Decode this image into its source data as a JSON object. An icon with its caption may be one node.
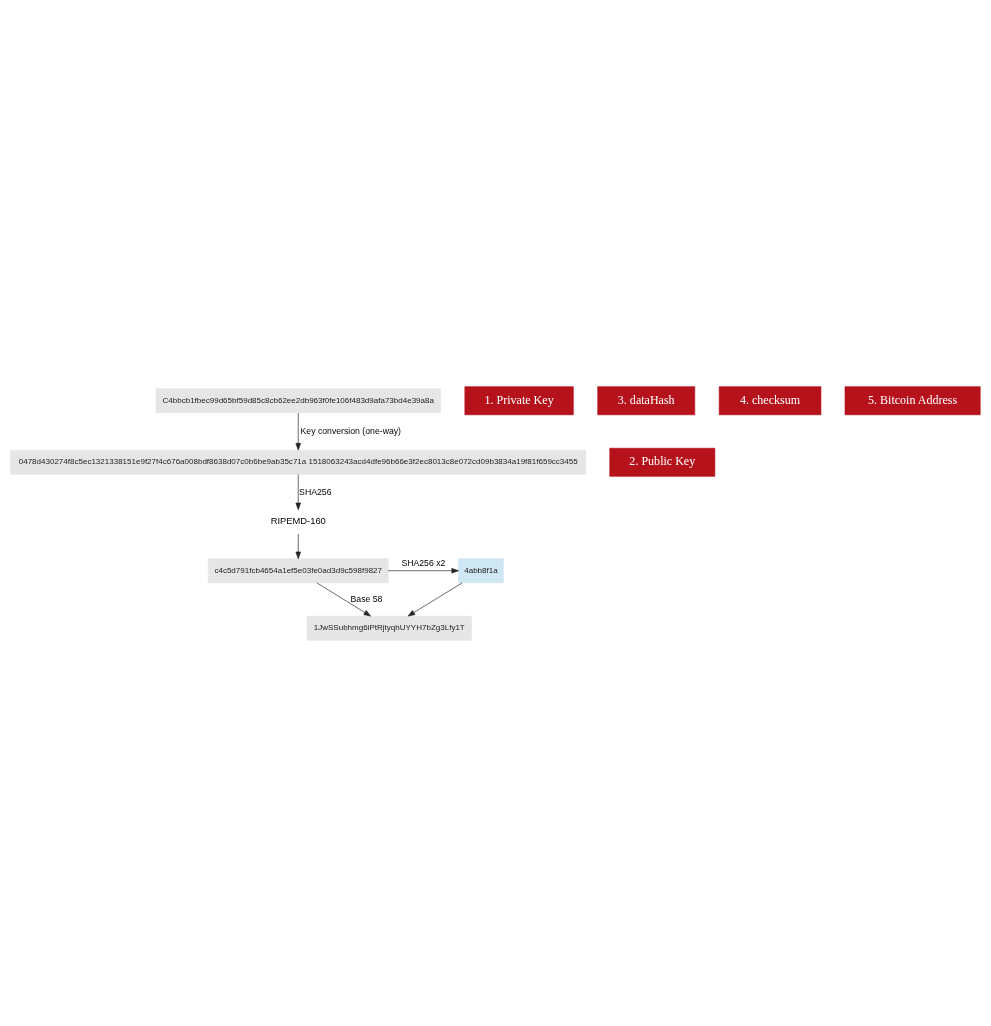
{
  "diagram": {
    "nodes": [
      {
        "text": [
          "C4bbcb1fbec99d65bf59d85c8cb62ee2db963f0fe106f483d9afa73bd4e39a8a"
        ]
      },
      {
        "text": [
          "1. Private Key"
        ]
      },
      {
        "text": [
          "0478d430274f8c5ec1321338151e9f27f4c676a008bdf8638d07c0b6be9ab35c71a 1518063243acd4dfe96b66e3f2ec8013c8e072cd09b3834a19f81f659cc3455"
        ]
      },
      {
        "text": [
          "2. Public Key"
        ]
      },
      {
        "text": [
          "RIPEMD-160"
        ]
      },
      {
        "text": [
          "c4c5d791fcb4654a1ef5e03fe0ad3d9c598f9827"
        ]
      },
      {
        "text": [
          "4abb8f1a"
        ]
      },
      {
        "text": [
          "3. dataHash"
        ]
      },
      {
        "text": [
          "4. checksum"
        ]
      },
      {
        "text": [
          "1JwSSubhmg6iPtRjtyqhUYYH7bZg3Lfy1T"
        ]
      },
      {
        "text": [
          "5. Bitcoin Address"
        ]
      }
    ],
    "edges": [
      {
        "from": 0,
        "to": 2,
        "arrow": "to",
        "label": "Key conversion (one-way)"
      },
      {
        "from": 2,
        "to": 4,
        "arrow": "to",
        "label": "SHA256"
      },
      {
        "from": 4,
        "to": 5,
        "arrow": "to"
      },
      {
        "from": 5,
        "to": 6,
        "arrow": "to",
        "label": "SHA256 x2"
      },
      {
        "from": 5,
        "to": 9,
        "arrow": "to",
        "label": "Base 58"
      },
      {
        "from": 6,
        "to": 9,
        "arrow": "to"
      }
    ]
  }
}
